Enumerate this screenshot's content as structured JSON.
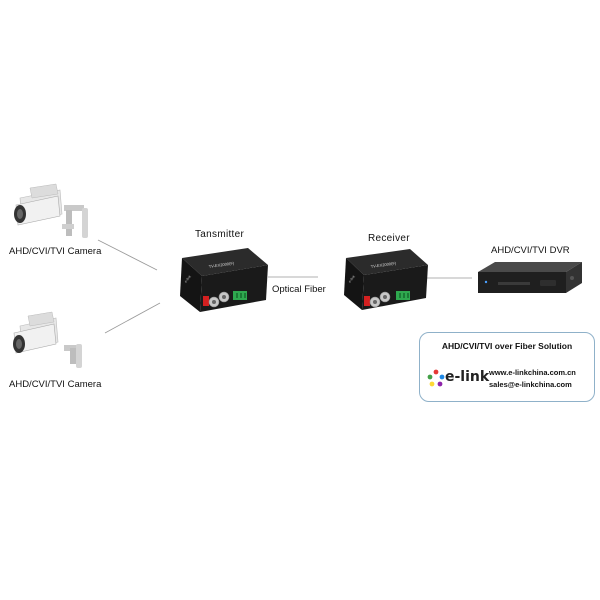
{
  "cameras": [
    {
      "label": "AHD/CVI/TVI Camera"
    },
    {
      "label": "AHD/CVI/TVI Camera"
    }
  ],
  "transmitter": {
    "label": "Tansmitter"
  },
  "receiver": {
    "label": "Receiver"
  },
  "link": {
    "label": "Optical Fiber"
  },
  "dvr": {
    "label": "AHD/CVI/TVI DVR"
  },
  "device_text": {
    "model": "TV-EX2000(F)",
    "logo": "e-link"
  },
  "info_box": {
    "title": "AHD/CVI/TVI over Fiber Solution",
    "brand": "e-link",
    "website": "www.e-linkchina.com.cn",
    "email": "sales@e-linkchina.com"
  },
  "colors": {
    "device_body": "#1a1a1a",
    "bnc_connector": "#c8c8c8",
    "power_port": "#d42020",
    "terminal_block": "#2fa84f",
    "box_border": "#8fb1c9",
    "connector_lines": "#999999"
  }
}
